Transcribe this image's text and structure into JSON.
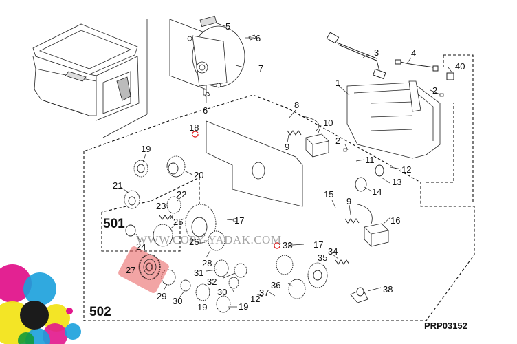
{
  "diagram": {
    "title_code": "PRP03152",
    "watermark": "WWW.COPY-YADAK.COM",
    "groups": [
      {
        "id": "501",
        "label": "501"
      },
      {
        "id": "502",
        "label": "502"
      }
    ],
    "highlighted_part": "27",
    "highlight_color": "#e85a5a",
    "rotation_marker_color": "#e02020",
    "rotation_markers": [
      "18",
      "33"
    ],
    "part_labels": [
      {
        "key": "p5",
        "text": "5"
      },
      {
        "key": "p6a",
        "text": "6"
      },
      {
        "key": "p7",
        "text": "7"
      },
      {
        "key": "p6b",
        "text": "6"
      },
      {
        "key": "p3",
        "text": "3"
      },
      {
        "key": "p4",
        "text": "4"
      },
      {
        "key": "p40",
        "text": "40"
      },
      {
        "key": "p1",
        "text": "1"
      },
      {
        "key": "p2a",
        "text": "2"
      },
      {
        "key": "p8",
        "text": "8"
      },
      {
        "key": "p18",
        "text": "18"
      },
      {
        "key": "p10",
        "text": "10"
      },
      {
        "key": "p9a",
        "text": "9"
      },
      {
        "key": "p2b",
        "text": "2"
      },
      {
        "key": "p11",
        "text": "11"
      },
      {
        "key": "p12a",
        "text": "12"
      },
      {
        "key": "p13",
        "text": "13"
      },
      {
        "key": "p14",
        "text": "14"
      },
      {
        "key": "p15",
        "text": "15"
      },
      {
        "key": "p9b",
        "text": "9"
      },
      {
        "key": "p16",
        "text": "16"
      },
      {
        "key": "p19a",
        "text": "19"
      },
      {
        "key": "p20",
        "text": "20"
      },
      {
        "key": "p21",
        "text": "21"
      },
      {
        "key": "p22",
        "text": "22"
      },
      {
        "key": "p23",
        "text": "23"
      },
      {
        "key": "p25",
        "text": "25"
      },
      {
        "key": "p17a",
        "text": "17"
      },
      {
        "key": "p24",
        "text": "24"
      },
      {
        "key": "p26",
        "text": "26"
      },
      {
        "key": "p33",
        "text": "33"
      },
      {
        "key": "p17b",
        "text": "17"
      },
      {
        "key": "p27",
        "text": "27"
      },
      {
        "key": "p28",
        "text": "28"
      },
      {
        "key": "p35",
        "text": "35"
      },
      {
        "key": "p34",
        "text": "34"
      },
      {
        "key": "p31",
        "text": "31"
      },
      {
        "key": "p32",
        "text": "32"
      },
      {
        "key": "p29",
        "text": "29"
      },
      {
        "key": "p30a",
        "text": "30"
      },
      {
        "key": "p30b",
        "text": "30"
      },
      {
        "key": "p19b",
        "text": "19"
      },
      {
        "key": "p19c",
        "text": "19"
      },
      {
        "key": "p37",
        "text": "37"
      },
      {
        "key": "p12b",
        "text": "12"
      },
      {
        "key": "p36",
        "text": "36"
      },
      {
        "key": "p38",
        "text": "38"
      }
    ]
  }
}
